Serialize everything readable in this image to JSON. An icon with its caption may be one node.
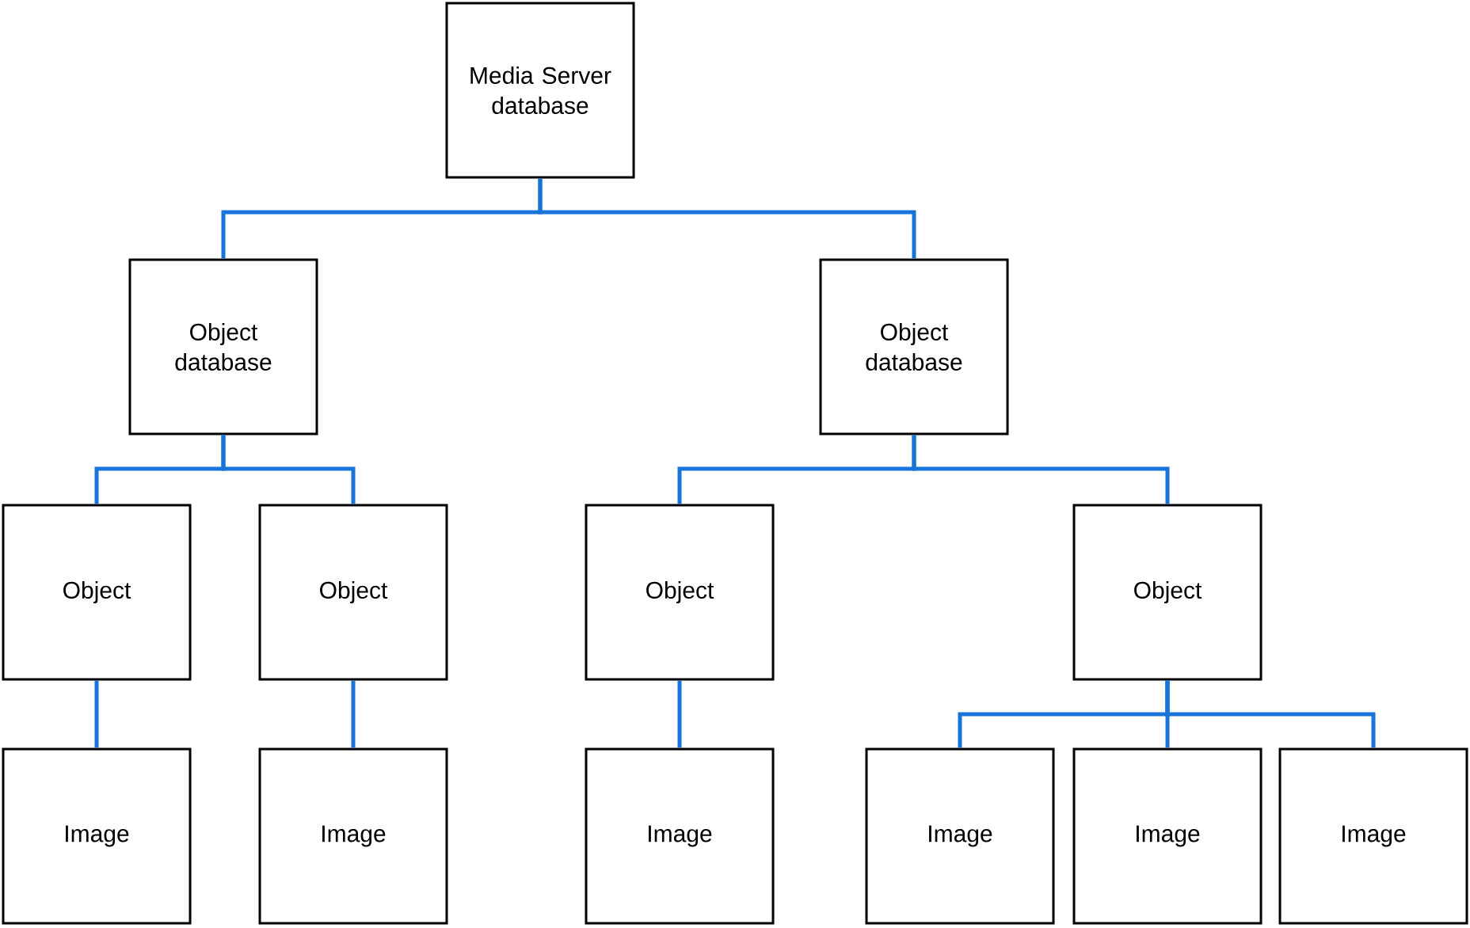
{
  "diagram": {
    "nodes": [
      {
        "text": [
          "Media Server database"
        ]
      },
      {
        "text": [
          "Object database"
        ]
      },
      {
        "text": [
          "Object database"
        ]
      },
      {
        "text": [
          "Object"
        ]
      },
      {
        "text": [
          "Object"
        ]
      },
      {
        "text": [
          "Object"
        ]
      },
      {
        "text": [
          "Object"
        ]
      },
      {
        "text": [
          "Image"
        ]
      },
      {
        "text": [
          "Image"
        ]
      },
      {
        "text": [
          "Image"
        ]
      },
      {
        "text": [
          "Image"
        ]
      },
      {
        "text": [
          "Image"
        ]
      },
      {
        "text": [
          "Image"
        ]
      }
    ],
    "edges": [
      {
        "from": 0,
        "to": 1,
        "arrow": "none"
      },
      {
        "from": 0,
        "to": 2,
        "arrow": "none"
      },
      {
        "from": 1,
        "to": 3,
        "arrow": "none"
      },
      {
        "from": 1,
        "to": 4,
        "arrow": "none"
      },
      {
        "from": 2,
        "to": 5,
        "arrow": "none"
      },
      {
        "from": 2,
        "to": 6,
        "arrow": "none"
      },
      {
        "from": 3,
        "to": 7,
        "arrow": "none"
      },
      {
        "from": 4,
        "to": 8,
        "arrow": "none"
      },
      {
        "from": 5,
        "to": 9,
        "arrow": "none"
      },
      {
        "from": 6,
        "to": 10,
        "arrow": "none"
      },
      {
        "from": 6,
        "to": 11,
        "arrow": "none"
      },
      {
        "from": 6,
        "to": 12,
        "arrow": "none"
      }
    ]
  }
}
